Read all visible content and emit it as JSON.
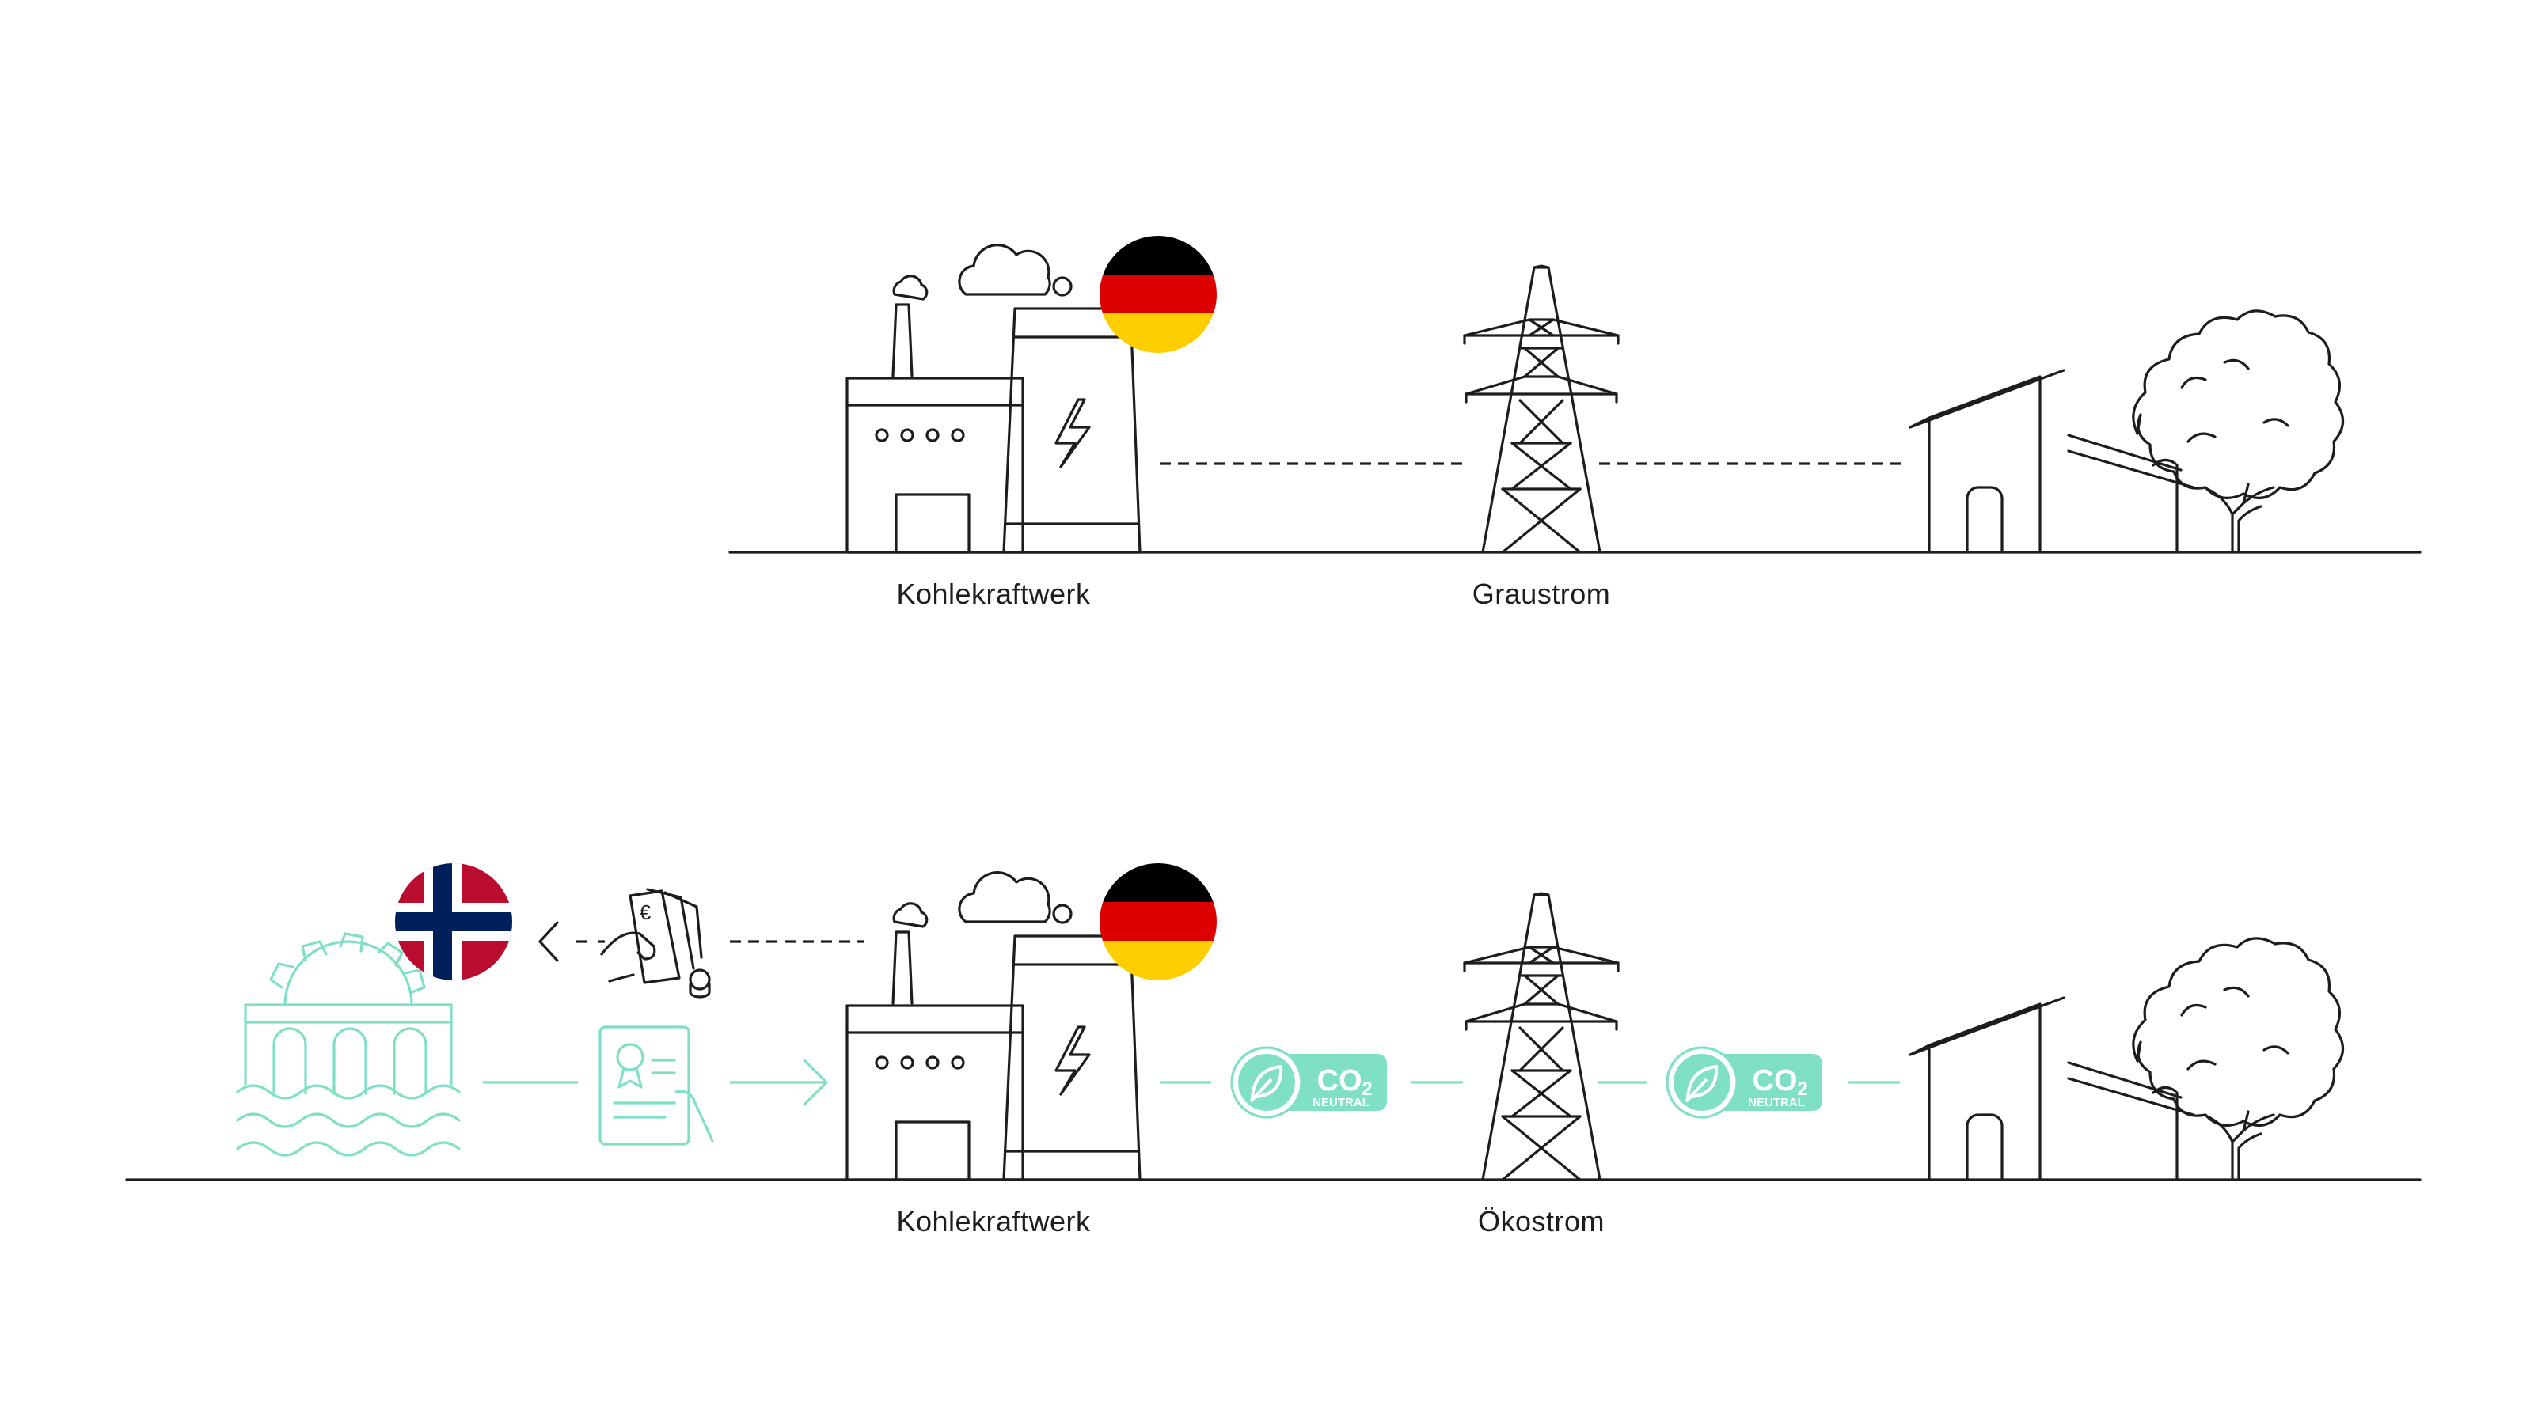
{
  "diagram": {
    "top_row": {
      "plant_label": "Kohlekraftwerk",
      "grid_label": "Graustrom"
    },
    "bottom_row": {
      "plant_label": "Kohlekraftwerk",
      "grid_label": "Ökostrom"
    },
    "badge": {
      "main": "CO",
      "subscript": "2",
      "caption": "NEUTRAL"
    },
    "money_symbol": "€",
    "colors": {
      "ink": "#1d1d1b",
      "mint": "#7fe0c6",
      "germany": [
        "#000000",
        "#dd0000",
        "#ffce00"
      ],
      "norway_red": "#ba0c2f",
      "norway_blue": "#00205b"
    }
  }
}
